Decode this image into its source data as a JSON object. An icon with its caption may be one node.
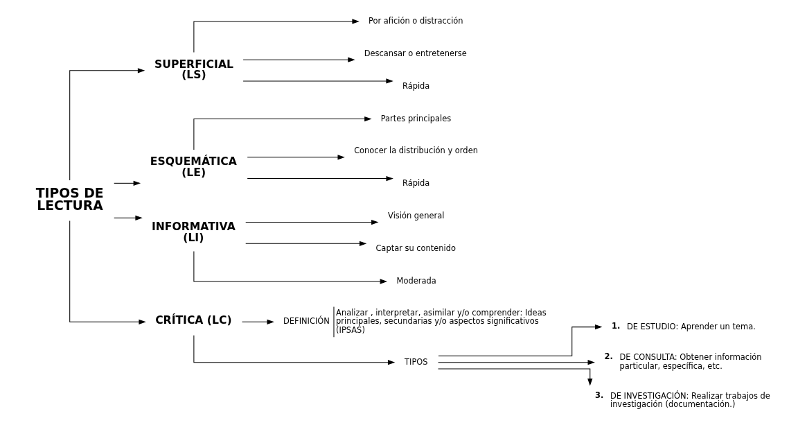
{
  "diagram": {
    "nodes": [
      {
        "text": [
          "TIPOS DE LECTURA"
        ]
      },
      {
        "text": [
          "SUPERFICIAL (LS)"
        ]
      },
      {
        "text": [
          "Por afición o distracción"
        ]
      },
      {
        "text": [
          "Descansar o entretenerse"
        ]
      },
      {
        "text": [
          "Rápida"
        ]
      },
      {
        "text": [
          "ESQUEMÁTICA (LE)"
        ]
      },
      {
        "text": [
          "Partes principales"
        ]
      },
      {
        "text": [
          "Conocer la distribución y orden"
        ]
      },
      {
        "text": [
          "Rápida"
        ]
      },
      {
        "text": [
          "INFORMATIVA (LI)"
        ]
      },
      {
        "text": [
          "Visión general"
        ]
      },
      {
        "text": [
          "Captar su contenido"
        ]
      },
      {
        "text": [
          "Moderada"
        ]
      },
      {
        "text": [
          "CRÍTICA (LC)"
        ]
      },
      {
        "text": [
          "DEFINICIÓN",
          "Analizar , interpretar, asimilar y/o comprender: Ideas principales, secundarias y/o aspectos significativos (IPSAS)"
        ]
      },
      {
        "text": [
          "TIPOS"
        ]
      },
      {
        "text": [
          "1.",
          "DE ESTUDIO: Aprender un tema."
        ]
      },
      {
        "text": [
          "2.",
          "DE CONSULTA: Obtener información particular, específica, etc."
        ]
      },
      {
        "text": [
          "3.",
          "DE INVESTIGACIÓN: Realizar trabajos de investigación (documentación.)"
        ]
      }
    ],
    "edges": [
      {
        "from": 0,
        "to": 1,
        "arrow": "to"
      },
      {
        "from": 1,
        "to": 2,
        "arrow": "to"
      },
      {
        "from": 1,
        "to": 3,
        "arrow": "to"
      },
      {
        "from": 1,
        "to": 4,
        "arrow": "to"
      },
      {
        "from": 0,
        "to": 5,
        "arrow": "to"
      },
      {
        "from": 5,
        "to": 6,
        "arrow": "to"
      },
      {
        "from": 5,
        "to": 7,
        "arrow": "to"
      },
      {
        "from": 5,
        "to": 8,
        "arrow": "to"
      },
      {
        "from": 0,
        "to": 9,
        "arrow": "to"
      },
      {
        "from": 9,
        "to": 10,
        "arrow": "to"
      },
      {
        "from": 9,
        "to": 11,
        "arrow": "to"
      },
      {
        "from": 9,
        "to": 12,
        "arrow": "to"
      },
      {
        "from": 0,
        "to": 13,
        "arrow": "to"
      },
      {
        "from": 13,
        "to": 14,
        "arrow": "to"
      },
      {
        "from": 13,
        "to": 15,
        "arrow": "to"
      },
      {
        "from": 15,
        "to": 16,
        "arrow": "to"
      },
      {
        "from": 15,
        "to": 17,
        "arrow": "to"
      },
      {
        "from": 15,
        "to": 18,
        "arrow": "to"
      }
    ]
  }
}
